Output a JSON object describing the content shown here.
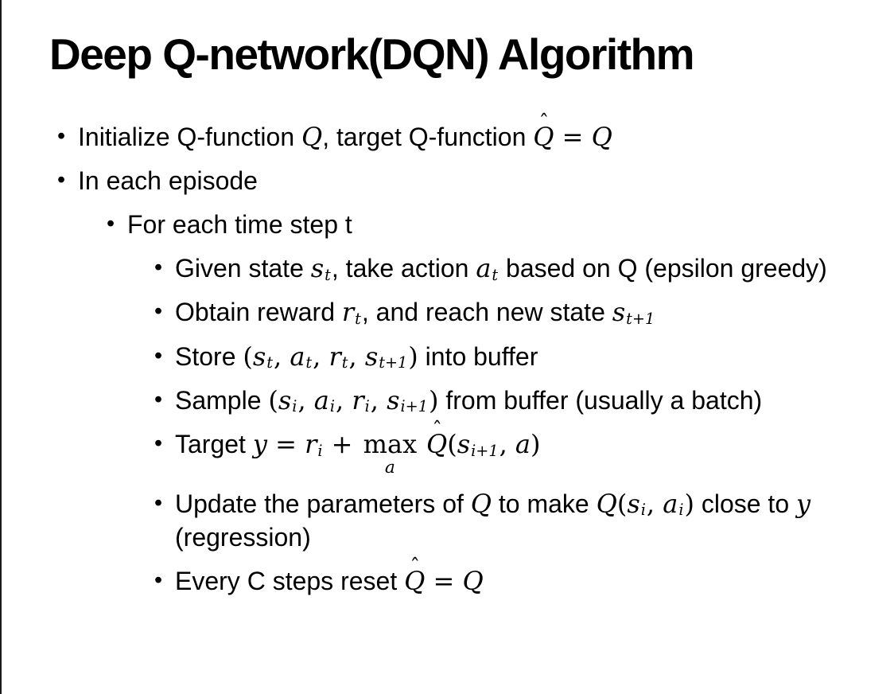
{
  "slide": {
    "title": "Deep Q-network(DQN) Algorithm",
    "bullet_glyph": "•",
    "hat_glyph": "ˆ",
    "colors": {
      "text": "#000000",
      "background": "#ffffff",
      "edge_line": "#1a1a1a"
    },
    "bullets": [
      {
        "level": 1,
        "segments": [
          {
            "k": "p",
            "t": "Initialize Q-function "
          },
          {
            "k": "m",
            "t": "Q"
          },
          {
            "k": "p",
            "t": ", target Q-function "
          },
          {
            "k": "mh",
            "t": "Q"
          },
          {
            "k": "mp",
            "t": " = "
          },
          {
            "k": "m",
            "t": "Q"
          }
        ]
      },
      {
        "level": 1,
        "segments": [
          {
            "k": "p",
            "t": "In each episode"
          }
        ]
      },
      {
        "level": 2,
        "segments": [
          {
            "k": "p",
            "t": "For each time step t"
          }
        ]
      },
      {
        "level": 3,
        "segments": [
          {
            "k": "p",
            "t": "Given state "
          },
          {
            "k": "m",
            "t": "s"
          },
          {
            "k": "ms",
            "t": "t"
          },
          {
            "k": "p",
            "t": ", take action "
          },
          {
            "k": "m",
            "t": "a"
          },
          {
            "k": "ms",
            "t": "t"
          },
          {
            "k": "p",
            "t": " based on Q (epsilon greedy)"
          }
        ]
      },
      {
        "level": 3,
        "segments": [
          {
            "k": "p",
            "t": "Obtain reward "
          },
          {
            "k": "m",
            "t": "r"
          },
          {
            "k": "ms",
            "t": "t"
          },
          {
            "k": "p",
            "t": ", and reach new state "
          },
          {
            "k": "m",
            "t": "s"
          },
          {
            "k": "ms",
            "t": "t+1"
          }
        ]
      },
      {
        "level": 3,
        "segments": [
          {
            "k": "p",
            "t": "Store "
          },
          {
            "k": "mp",
            "t": "("
          },
          {
            "k": "m",
            "t": "s"
          },
          {
            "k": "ms",
            "t": "t"
          },
          {
            "k": "mp",
            "t": ", "
          },
          {
            "k": "m",
            "t": "a"
          },
          {
            "k": "ms",
            "t": "t"
          },
          {
            "k": "mp",
            "t": ", "
          },
          {
            "k": "m",
            "t": "r"
          },
          {
            "k": "ms",
            "t": "t"
          },
          {
            "k": "mp",
            "t": ", "
          },
          {
            "k": "m",
            "t": "s"
          },
          {
            "k": "ms",
            "t": "t+1"
          },
          {
            "k": "mp",
            "t": ")"
          },
          {
            "k": "p",
            "t": " into buffer"
          }
        ]
      },
      {
        "level": 3,
        "segments": [
          {
            "k": "p",
            "t": "Sample "
          },
          {
            "k": "mp",
            "t": "("
          },
          {
            "k": "m",
            "t": "s"
          },
          {
            "k": "ms",
            "t": "i"
          },
          {
            "k": "mp",
            "t": ", "
          },
          {
            "k": "m",
            "t": "a"
          },
          {
            "k": "ms",
            "t": "i"
          },
          {
            "k": "mp",
            "t": ", "
          },
          {
            "k": "m",
            "t": "r"
          },
          {
            "k": "ms",
            "t": "i"
          },
          {
            "k": "mp",
            "t": ", "
          },
          {
            "k": "m",
            "t": "s"
          },
          {
            "k": "ms",
            "t": "i+1"
          },
          {
            "k": "mp",
            "t": ")"
          },
          {
            "k": "p",
            "t": " from buffer (usually a batch)"
          }
        ]
      },
      {
        "level": 3,
        "segments": [
          {
            "k": "p",
            "t": "Target "
          },
          {
            "k": "m",
            "t": "y"
          },
          {
            "k": "mp",
            "t": " = "
          },
          {
            "k": "m",
            "t": "r"
          },
          {
            "k": "ms",
            "t": "i"
          },
          {
            "k": "mp",
            "t": " + "
          },
          {
            "k": "mu",
            "base": "max",
            "under": "a"
          },
          {
            "k": "p",
            "t": " "
          },
          {
            "k": "mh",
            "t": "Q"
          },
          {
            "k": "mp",
            "t": "("
          },
          {
            "k": "m",
            "t": "s"
          },
          {
            "k": "ms",
            "t": "i+1"
          },
          {
            "k": "mp",
            "t": ", "
          },
          {
            "k": "m",
            "t": "a"
          },
          {
            "k": "mp",
            "t": ")"
          }
        ]
      },
      {
        "level": 3,
        "segments": [
          {
            "k": "p",
            "t": "Update the parameters of "
          },
          {
            "k": "m",
            "t": "Q"
          },
          {
            "k": "p",
            "t": " to make "
          },
          {
            "k": "m",
            "t": "Q"
          },
          {
            "k": "mp",
            "t": "("
          },
          {
            "k": "m",
            "t": "s"
          },
          {
            "k": "ms",
            "t": "i"
          },
          {
            "k": "mp",
            "t": ", "
          },
          {
            "k": "m",
            "t": "a"
          },
          {
            "k": "ms",
            "t": "i"
          },
          {
            "k": "mp",
            "t": ")"
          },
          {
            "k": "p",
            "t": " close to "
          },
          {
            "k": "m",
            "t": "y"
          },
          {
            "k": "p",
            "t": " (regression)"
          }
        ]
      },
      {
        "level": 3,
        "segments": [
          {
            "k": "p",
            "t": "Every C steps reset "
          },
          {
            "k": "mh",
            "t": "Q"
          },
          {
            "k": "mp",
            "t": " = "
          },
          {
            "k": "m",
            "t": "Q"
          }
        ]
      }
    ]
  }
}
